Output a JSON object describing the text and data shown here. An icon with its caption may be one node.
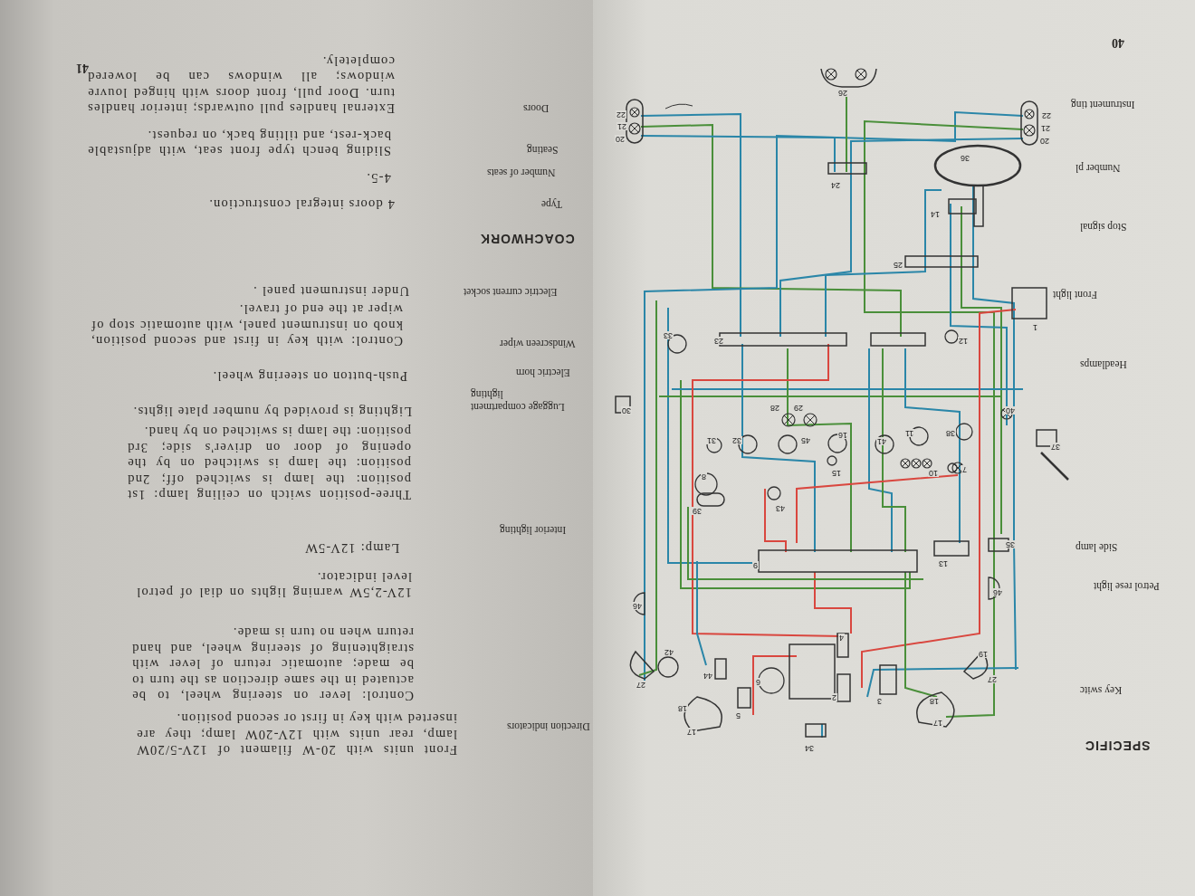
{
  "diagram": {
    "labels": [
      "Direction indicators",
      "Front units with 20-W filament of 12V-5/20W lamp, rear units with 12V-20W lamp; they are inserted with key in first or second position.",
      "Control: lever on steering wheel, to be actuated in the same direction as the turn to be made; automatic return of lever with straightening of steering wheel, and hand return when no turn is made.",
      "12V-2,5W warning lights on dial of petrol level indicator.",
      "Interior lighting",
      "Lamp: 12V-5W",
      "Three-position switch on ceiling lamp: 1st position: the lamp is switched off; 2nd position: the lamp is switched on by the opening of door on driver's side; 3rd position: the lamp is switched on by hand.",
      "Luggage compartment lighting",
      "Lighting is provided by number plate lights.",
      "Electric horn",
      "Push-button on steering wheel.",
      "Windscreen wiper",
      "Control: with key in first and second position, knob on instrument panel, with automatic stop of wiper at the end of travel.",
      "Under instrument panel .",
      "Electric current socket",
      "COACHWORK",
      "Type",
      "4 doors integral construction.",
      "Number of seats",
      "4-5.",
      "Seating",
      "Sliding bench type front seat, with adjustable back-rest, and tilting back, on request.",
      "Doors",
      "External handles pull outwards; interior handles turn. Door pull, front doors with hinged louvre windows; all windows can be lowered completely.",
      "41",
      "SPECIFIC",
      "Key switc",
      "Petrol rese light",
      "Side lamp",
      "Headlamps",
      "Front light",
      "Stop signal",
      "Number pl",
      "Instrument ting",
      "40",
      "26",
      "22",
      "21",
      "20",
      "22",
      "21",
      "20",
      "24",
      "36",
      "14",
      "25",
      "1",
      "12",
      "23",
      "33",
      "30",
      "28",
      "29",
      "40",
      "31",
      "32",
      "45",
      "16",
      "41",
      "11",
      "38",
      "37",
      "15",
      "10",
      "7",
      "8",
      "39",
      "43",
      "35",
      "13",
      "9",
      "46",
      "46",
      "4",
      "42",
      "27",
      "19",
      "27",
      "44",
      "6",
      "2",
      "3",
      "5",
      "18",
      "17",
      "18",
      "17",
      "34"
    ]
  }
}
